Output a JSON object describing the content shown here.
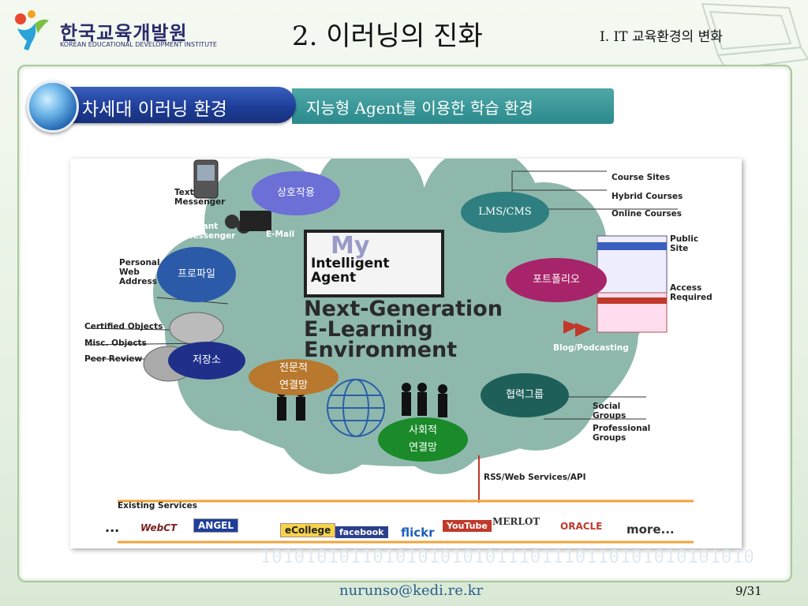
{
  "header": {
    "logo_name": "한국교육개발원",
    "logo_sub": "KOREAN EDUCATIONAL DEVELOPMENT INSTITUTE",
    "title": "2. 이러닝의 진화",
    "section": "I. IT 교육환경의 변화"
  },
  "banner": {
    "left_label": "차세대 이러닝 환경",
    "right_label": "지능형 Agent를 이용한 학습 환경"
  },
  "diagram": {
    "agent_my": "My",
    "agent_text": "Intelligent\nAgent",
    "headline": [
      "Next-Generation",
      "E-Learning",
      "Environment"
    ],
    "nodes": {
      "interaction": "상호작용",
      "lms": "LMS/CMS",
      "profile": "프로파일",
      "portfolio": "포트폴리오",
      "storage": "저장소",
      "expert_network": "전문적\n연결망",
      "collab_group": "협력그룹",
      "social_network": "사회적\n연결망"
    },
    "labels": {
      "text_messenger": "Text\nMessenger",
      "instant_messenger": "Instant\nMessenger",
      "email": "E-Mail",
      "personal_web": "Personal\nWeb\nAddress",
      "course_sites": "Course Sites",
      "hybrid_courses": "Hybrid Courses",
      "online_courses": "Online Courses",
      "public_site": "Public\nSite",
      "access_required": "Access\nRequired",
      "blog": "Blog/Podcasting",
      "certified": "Certified Objects",
      "misc": "Misc. Objects",
      "peer_review": "Peer Review",
      "social_groups": "Social\nGroups",
      "professional_groups": "Professional\nGroups",
      "rss": "RSS/Web Services/API",
      "existing": "Existing Services"
    },
    "services": [
      "WebCT",
      "ANGEL",
      "eCollege",
      "facebook",
      "flickr",
      "YouTube",
      "MERLOT",
      "ORACLE",
      "more..."
    ],
    "ellipsis": "...",
    "colors": {
      "cloud": "#8fb8ad",
      "interaction": "#6b6fd6",
      "lms": "#2f7f80",
      "profile": "#2b5aa8",
      "portfolio": "#a8246a",
      "storage": "#1f2f8a",
      "expert_network": "#b8782e",
      "collab_group": "#1f5f5a",
      "social_network": "#1a8a2a"
    }
  },
  "footer": {
    "email": "nurunso@kedi.re.kr",
    "page": "9/31",
    "binary": "10101010110101010101011101110110101010101010"
  }
}
